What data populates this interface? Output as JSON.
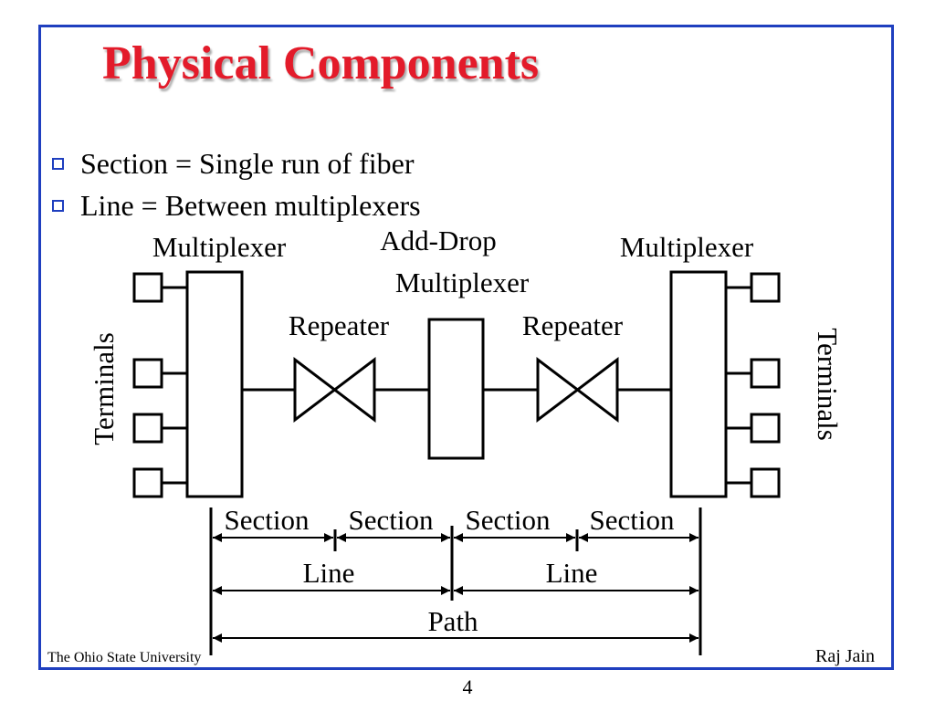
{
  "slide": {
    "title": "Physical Components",
    "bullets": [
      "Section = Single run of fiber",
      "Line = Between multiplexers"
    ],
    "footer_left": "The Ohio State University",
    "footer_right": "Raj Jain",
    "page_number": "4"
  },
  "diagram": {
    "left_mux_label": "Multiplexer",
    "add_drop_label_line1": "Add-Drop",
    "add_drop_label_line2": "Multiplexer",
    "right_mux_label": "Multiplexer",
    "repeater_left_label": "Repeater",
    "repeater_right_label": "Repeater",
    "terminals_left_label": "Terminals",
    "terminals_right_label": "Terminals",
    "section_labels": [
      "Section",
      "Section",
      "Section",
      "Section"
    ],
    "line_labels": [
      "Line",
      "Line"
    ],
    "path_label": "Path"
  },
  "colors": {
    "title": "#e31b2a",
    "frame": "#1f3fbf",
    "bullet_box": "#1f3fbf"
  }
}
